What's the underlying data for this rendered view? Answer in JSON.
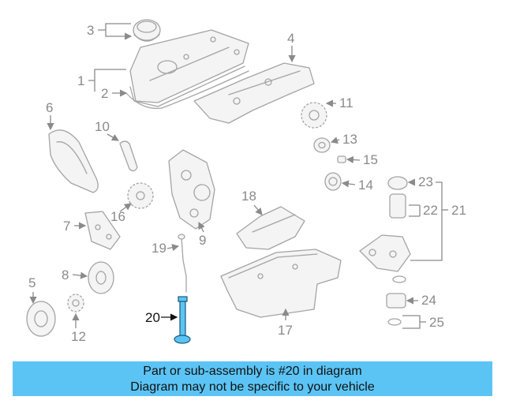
{
  "diagram": {
    "callouts": [
      "1",
      "2",
      "3",
      "4",
      "5",
      "6",
      "7",
      "8",
      "9",
      "10",
      "11",
      "12",
      "13",
      "14",
      "15",
      "16",
      "17",
      "18",
      "19",
      "20",
      "21",
      "22",
      "23",
      "24",
      "25"
    ],
    "highlighted_part": "20",
    "highlight_color": "#5bc4f5"
  },
  "banner": {
    "line1": "Part or sub-assembly is #20 in diagram",
    "line2": "Diagram may not be specific to your vehicle",
    "background": "#5bc4f5"
  }
}
